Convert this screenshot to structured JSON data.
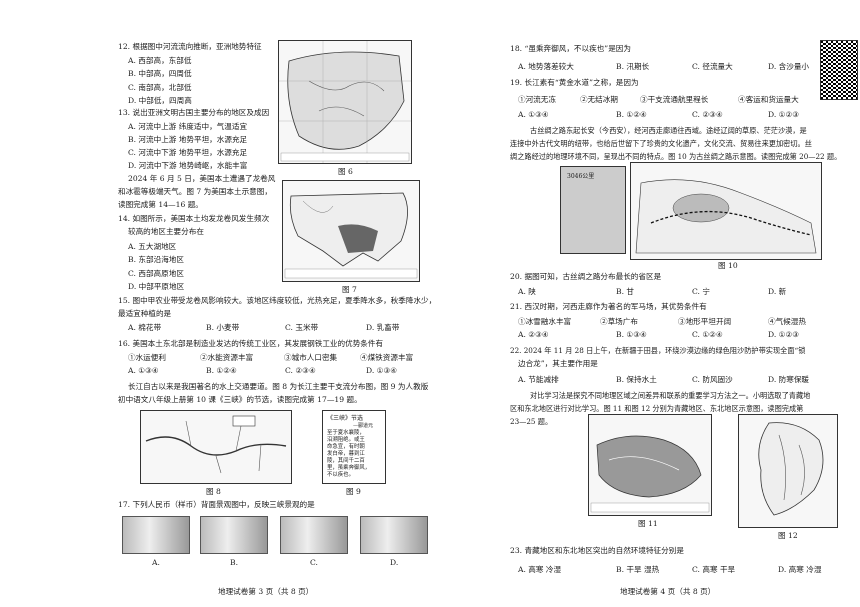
{
  "left": {
    "q12": {
      "stem": "12. 根据图中河流流向推断，亚洲地势特征",
      "a": "A. 西部高，东部低",
      "b": "B. 中部高，四周低",
      "c": "C. 南部高，北部低",
      "d": "D. 中部低，四周高"
    },
    "q13": {
      "stem1": "13. 说出亚洲文明古国主要分布的地区及成因",
      "a": "A. 河流中上游  纬度适中，气温适宜",
      "b": "B. 河流中上游  地势平坦，水源充足",
      "c": "C. 河流中下游  地势平坦，水源充足",
      "d": "D. 河流中下游  地势崎岖，水能丰富"
    },
    "fig6_caption": "图 6",
    "intro14_1": "2024 年 6 月 5 日，美国本土遭遇了龙卷风",
    "intro14_2": "和冰雹等极端天气。图 7 为美国本土示意图，",
    "intro14_3": "读图完成第 14—16 题。",
    "q14": {
      "stem1": "14. 如图所示，美国本土均发龙卷风发生频次",
      "stem2": "较高的地区主要分布在",
      "a": "A. 五大湖地区",
      "b": "B. 东部沿海地区",
      "c": "C. 西部高原地区",
      "d": "D. 中部平原地区"
    },
    "fig7_caption": "图 7",
    "q15": {
      "stem1": "15. 图中甲农业带受龙卷风影响较大。该地区纬度较低，光热充足，夏季降水多，秋季降水少，",
      "stem2": "最适宜种植的是",
      "a": "A. 棉花带",
      "b": "B. 小麦带",
      "c": "C. 玉米带",
      "d": "D. 乳畜带"
    },
    "q16": {
      "stem": "16. 美国本土东北部是制造业发达的传统工业区，其发展钢铁工业的优势条件有",
      "o1": "①水运便利",
      "o2": "②水能资源丰富",
      "o3": "③城市人口密集",
      "o4": "④煤铁资源丰富",
      "a": "A. ①③④",
      "b": "B. ①②④",
      "c": "C. ②③④",
      "d": "D. ①③④"
    },
    "intro17_1": "长江自古以来是我国著名的水上交通要道。图 8 为长江主要干支流分布图，图 9 为人教版",
    "intro17_2": "初中语文八年级上册第 10 课《三峡》的节选，读图完成第 17—19 题。",
    "fig9_title": "《三峡》节选",
    "fig9_author": "—郦道元",
    "fig9_lines": [
      "至于夏水襄陵，",
      "沿溯阻绝。或王",
      "命急宣，有时朝",
      "发白帝，暮到江",
      "陵，其间千二百",
      "里，虽乘奔御风，",
      "不以疾也。"
    ],
    "fig8_caption": "图 8",
    "fig9_caption": "图 9",
    "q17": {
      "stem": "17. 下列人民币（样币）背面景观图中，反映三峡景观的是",
      "a": "A.",
      "b": "B.",
      "c": "C.",
      "d": "D."
    },
    "footer": "地理试卷第 3 页（共 8 页）"
  },
  "right": {
    "q18": {
      "stem": "18. “虽乘奔御风，不以疾也”是因为",
      "a": "A. 地势落差较大",
      "b": "B. 汛期长",
      "c": "C. 径流量大",
      "d": "D. 含沙量小"
    },
    "q19": {
      "stem": "19. 长江素有“黄金水道”之称，是因为",
      "o1": "①河流无冻",
      "o2": "②无结冰期",
      "o3": "③干支流通航里程长",
      "o4": "④客运和货运量大",
      "a": "A. ①③④",
      "b": "B. ①②④",
      "c": "C. ②③④",
      "d": "D. ①②③"
    },
    "intro20_1": "古丝绸之路东起长安（今西安），经河西走廊通往西域。途经辽阔的草原、茫茫沙漠，是",
    "intro20_2": "连接中外古代文明的纽带，也给后世留下了珍贵的文化遗产，文化交流、贸易往来更加密切。丝",
    "intro20_3": "绸之路经过的地理环境不同，呈现出不同的特点。图 10 为古丝绸之路示意图。读图完成第 20—22 题。",
    "fig10_badge": "3046公里",
    "fig10_caption": "图 10",
    "q20": {
      "stem": "20. 据图可知，古丝绸之路分布最长的省区是",
      "a": "A. 陕",
      "b": "B. 甘",
      "c": "C. 宁",
      "d": "D. 新"
    },
    "q21": {
      "stem": "21. 西汉时期，河西走廊作为著名的军马场，其优势条件有",
      "o1": "①冰雪融水丰富",
      "o2": "②草场广布",
      "o3": "③地形平坦开阔",
      "o4": "④气候湿热",
      "a": "A. ②③④",
      "b": "B. ①③④",
      "c": "C. ①②④",
      "d": "D. ①②③"
    },
    "q22": {
      "stem1": "22. 2024 年 11 月 28 日上午，在新疆于田县，环绕沙漠边缘的绿色阻沙防护带实现全面“锁",
      "stem2": "边合龙”，其主要作用是",
      "a": "A. 节能减排",
      "b": "B. 保持水土",
      "c": "C. 防风固沙",
      "d": "D. 防寒保暖"
    },
    "intro23_1": "对比学习法是探究不同地理区域之间差异和联系的重要学习方法之一。小明选取了青藏地",
    "intro23_2": "区和东北地区进行对比学习。图 11 和图 12 分别为青藏地区、东北地区示意图，读图完成第",
    "intro23_3": "23—25 题。",
    "fig11_caption": "图 11",
    "fig12_caption": "图 12",
    "q23": {
      "stem": "23. 青藏地区和东北地区突出的自然环境特征分别是",
      "a": "A. 高寒  冷湿",
      "b": "B. 干旱  湿热",
      "c": "C. 高寒  干旱",
      "d": "D. 高寒  冷湿"
    },
    "footer": "地理试卷第 4 页（共 8 页）"
  }
}
